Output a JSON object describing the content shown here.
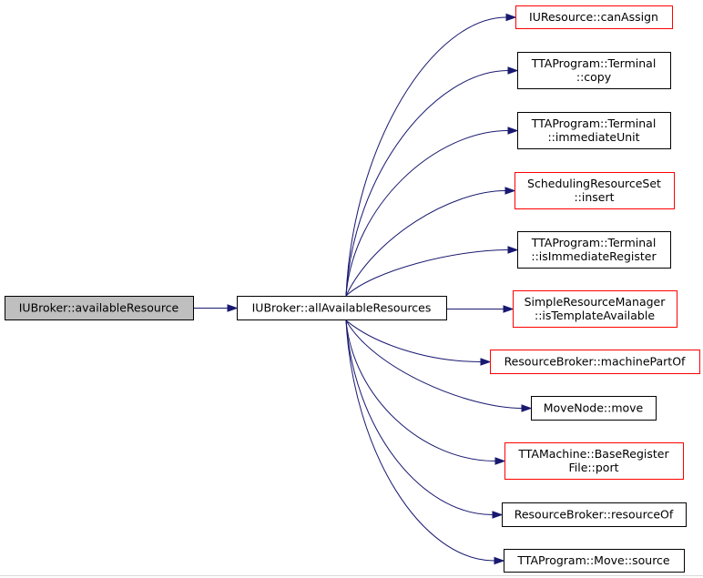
{
  "graph": {
    "edge_color": "#191970",
    "nodes": {
      "available_resource": {
        "lines": [
          "IUBroker::availableResource"
        ],
        "border": "#000000",
        "fill": "#bfbfbf"
      },
      "all_available_resources": {
        "lines": [
          "IUBroker::allAvailableResources"
        ],
        "border": "#000000",
        "fill": "#ffffff"
      },
      "can_assign": {
        "lines": [
          "IUResource::canAssign"
        ],
        "border": "#ff0000",
        "fill": "#ffffff"
      },
      "terminal_copy": {
        "lines": [
          "TTAProgram::Terminal",
          "::copy"
        ],
        "border": "#000000",
        "fill": "#ffffff"
      },
      "terminal_immediate_unit": {
        "lines": [
          "TTAProgram::Terminal",
          "::immediateUnit"
        ],
        "border": "#000000",
        "fill": "#ffffff"
      },
      "scheduling_resource_set_insert": {
        "lines": [
          "SchedulingResourceSet",
          "::insert"
        ],
        "border": "#ff0000",
        "fill": "#ffffff"
      },
      "terminal_is_immediate_register": {
        "lines": [
          "TTAProgram::Terminal",
          "::isImmediateRegister"
        ],
        "border": "#000000",
        "fill": "#ffffff"
      },
      "is_template_available": {
        "lines": [
          "SimpleResourceManager",
          "::isTemplateAvailable"
        ],
        "border": "#ff0000",
        "fill": "#ffffff"
      },
      "machine_part_of": {
        "lines": [
          "ResourceBroker::machinePartOf"
        ],
        "border": "#ff0000",
        "fill": "#ffffff"
      },
      "move_node_move": {
        "lines": [
          "MoveNode::move"
        ],
        "border": "#000000",
        "fill": "#ffffff"
      },
      "base_register_file_port": {
        "lines": [
          "TTAMachine::BaseRegister",
          "File::port"
        ],
        "border": "#ff0000",
        "fill": "#ffffff"
      },
      "resource_of": {
        "lines": [
          "ResourceBroker::resourceOf"
        ],
        "border": "#000000",
        "fill": "#ffffff"
      },
      "move_source": {
        "lines": [
          "TTAProgram::Move::source"
        ],
        "border": "#000000",
        "fill": "#ffffff"
      }
    },
    "edges": [
      {
        "from": "available_resource",
        "to": "all_available_resources"
      },
      {
        "from": "all_available_resources",
        "to": "can_assign"
      },
      {
        "from": "all_available_resources",
        "to": "terminal_copy"
      },
      {
        "from": "all_available_resources",
        "to": "terminal_immediate_unit"
      },
      {
        "from": "all_available_resources",
        "to": "scheduling_resource_set_insert"
      },
      {
        "from": "all_available_resources",
        "to": "terminal_is_immediate_register"
      },
      {
        "from": "all_available_resources",
        "to": "is_template_available"
      },
      {
        "from": "all_available_resources",
        "to": "machine_part_of"
      },
      {
        "from": "all_available_resources",
        "to": "move_node_move"
      },
      {
        "from": "all_available_resources",
        "to": "base_register_file_port"
      },
      {
        "from": "all_available_resources",
        "to": "resource_of"
      },
      {
        "from": "all_available_resources",
        "to": "move_source"
      }
    ]
  }
}
